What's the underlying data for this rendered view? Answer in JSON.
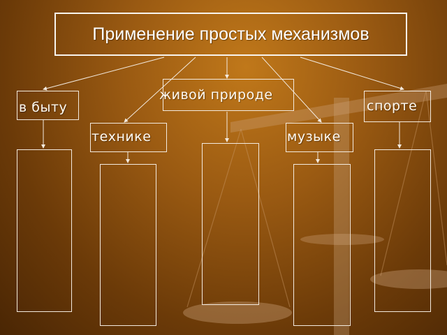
{
  "title": "Применение простых механизмов",
  "categories": {
    "home": "в быту",
    "nature": "живой природе",
    "sport": "спорте",
    "technology": "технике",
    "music": "музыке"
  },
  "colors": {
    "background": "#8a4e10",
    "lines": "#f3eadf",
    "text": "#ffffff"
  },
  "decoration": "balance-scale-icon"
}
